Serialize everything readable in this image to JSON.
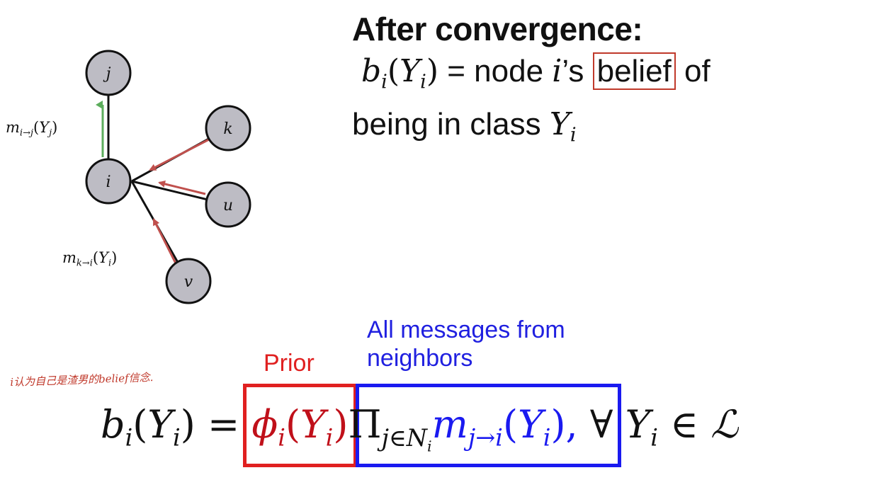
{
  "heading": "After convergence:",
  "belief_def": {
    "lhs_b": "b",
    "lhs_sub": "i",
    "lhs_open": "(",
    "lhs_Y": "Y",
    "lhs_Y_sub": "i",
    "lhs_close": ")",
    "middle": " = node ",
    "node_i": "i",
    "possessive": "’s ",
    "boxed_word": "belief",
    "of": " of",
    "line2_text": "being in class ",
    "line2_Y": "Y",
    "line2_Y_sub": "i"
  },
  "graph": {
    "nodes": [
      {
        "id": "j",
        "label": "j"
      },
      {
        "id": "k",
        "label": "k"
      },
      {
        "id": "i",
        "label": "i"
      },
      {
        "id": "u",
        "label": "u"
      },
      {
        "id": "v",
        "label": "v"
      }
    ],
    "msg_ij": {
      "m": "m",
      "sub": "i→j",
      "args": "(",
      "Y": "Y",
      "Ysub": "j",
      "close": ")"
    },
    "msg_ki": {
      "m": "m",
      "sub": "k→i",
      "args": "(",
      "Y": "Y",
      "Ysub": "i",
      "close": ")"
    },
    "colors": {
      "node_fill": "#bdbcc4",
      "edge": "#111111",
      "msg_in": "#c0504d",
      "msg_out": "#5cad5c"
    }
  },
  "annotation_note": "i认为自己是渣男的belief信念.",
  "labels": {
    "prior": "Prior",
    "messages_line1": "All messages from",
    "messages_line2": "neighbors"
  },
  "formula": {
    "b": "b",
    "b_sub": "i",
    "open1": "(",
    "Y1": "Y",
    "Y1_sub": "i",
    "close1": ")",
    "eq": " = ",
    "phi": "ϕ",
    "phi_sub": "i",
    "open2": "(",
    "Y2": "Y",
    "Y2_sub": "i",
    "close2": ")",
    "Pi": "Π",
    "Pi_sub": "j∈N",
    "Pi_subsub": "i",
    "m": "m",
    "m_sub": "j→i",
    "open3": "(",
    "Y3": "Y",
    "Y3_sub": "i",
    "close3": "),",
    "forall": " ∀ ",
    "Y4": "Y",
    "Y4_sub": "i",
    "in": " ∈ ",
    "L": "ℒ"
  },
  "colors": {
    "prior": "#e02020",
    "messages": "#1a1af0",
    "belief_box": "#c0392b"
  }
}
